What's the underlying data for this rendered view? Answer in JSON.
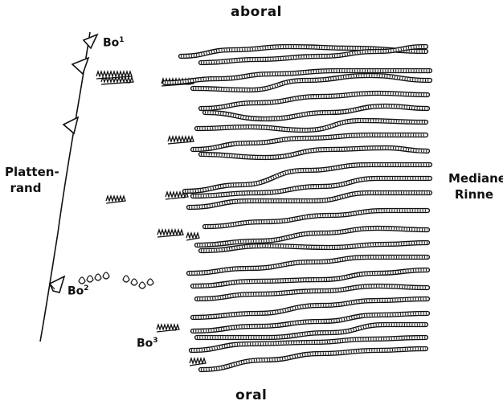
{
  "figure": {
    "labels": {
      "top": "aboral",
      "bottom": "oral",
      "left_line1": "Platten-",
      "left_line2": "rand",
      "right_line1": "Mediane",
      "right_line2": "Rinne"
    },
    "spines": [
      {
        "base": "Bo",
        "index": "1"
      },
      {
        "base": "Bo",
        "index": "2"
      },
      {
        "base": "Bo",
        "index": "3"
      }
    ],
    "colors": {
      "ink": "#111111",
      "paper": "#ffffff"
    }
  }
}
